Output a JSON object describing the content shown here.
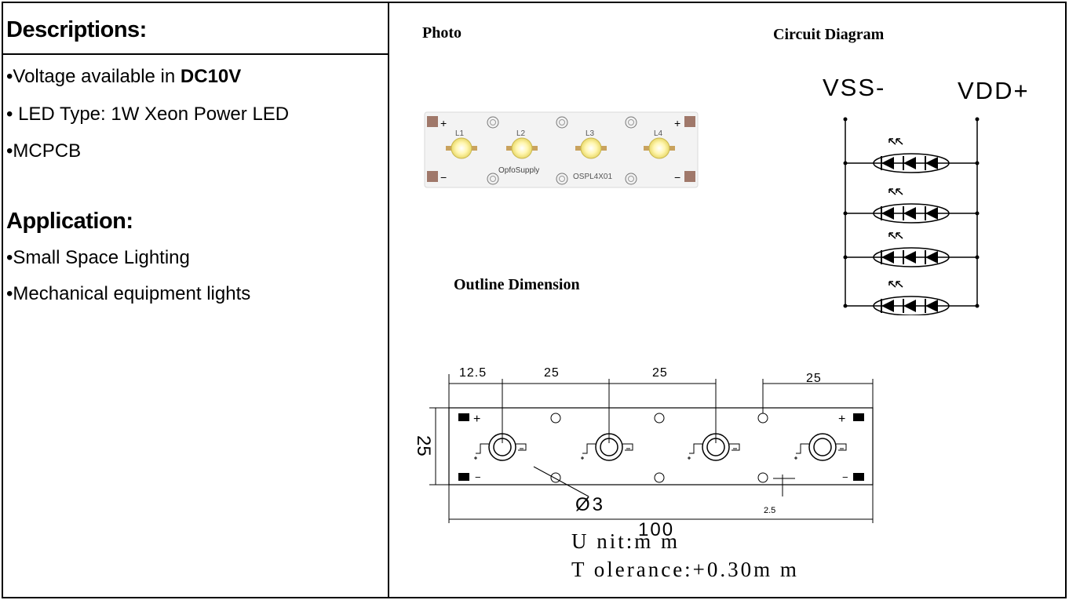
{
  "left": {
    "descriptions_title": "Descriptions:",
    "desc_items": {
      "voltage_prefix": "•Voltage available in ",
      "voltage_value": "DC10V",
      "led_type": "• LED Type: 1W Xeon Power LED",
      "mcpcb": "•MCPCB"
    },
    "application_title": "Application:",
    "app_items": [
      "•Small Space Lighting",
      "•Mechanical equipment lights"
    ]
  },
  "right": {
    "photo_title": "Photo",
    "circuit_title": "Circuit Diagram",
    "outline_title": "Outline Dimension"
  },
  "photo": {
    "labels": [
      "L1",
      "L2",
      "L3",
      "L4"
    ],
    "brand": "OpfoSupply",
    "model": "OSPL4X01",
    "plus": "+",
    "minus": "−"
  },
  "circuit": {
    "vss_label": "VSS-",
    "vdd_label": "VDD+"
  },
  "outline": {
    "dim_12_5": "12.5",
    "dim_25_a": "25",
    "dim_25_b": "25",
    "dim_25_c": "25",
    "height": "25",
    "hole": "Ø3",
    "edge": "2.5",
    "length": "100",
    "unit": "U nit:m m",
    "tolerance": "T olerance:+0.30m m"
  },
  "colors": {
    "board": "#f3f3f3",
    "led": "#fff3a0",
    "pad": "#a0786a",
    "ink": "#000000"
  }
}
